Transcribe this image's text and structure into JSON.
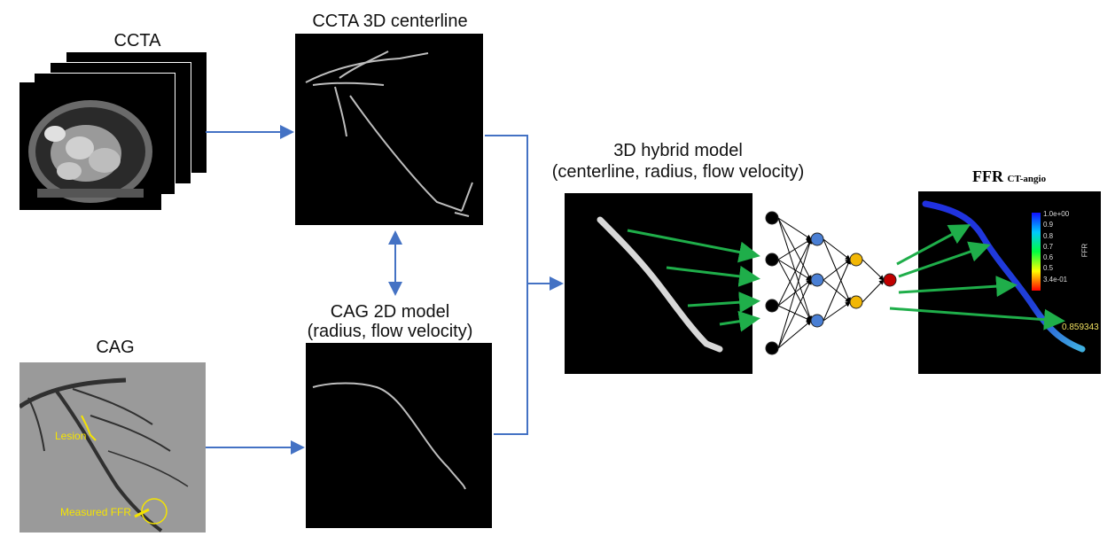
{
  "labels": {
    "ccta": "CCTA",
    "ccta_centerline": "CCTA 3D centerline",
    "cag": "CAG",
    "cag_model_l1": "CAG 2D model",
    "cag_model_l2": "(radius, flow velocity)",
    "hybrid_l1": "3D hybrid model",
    "hybrid_l2": "(centerline, radius, flow velocity)",
    "ffr_main": "FFR",
    "ffr_sub": "CT-angio"
  },
  "cag_annotations": {
    "lesion": "Lesion",
    "measured_ffr": "Measured FFR"
  },
  "colorbar": {
    "ticks": [
      "1.0e+00",
      "0.9",
      "0.8",
      "0.7",
      "0.6",
      "0.5",
      "3.4e-01"
    ],
    "axis_label": "FFR"
  },
  "ffr_value": "0.859343",
  "network": {
    "layers": [
      4,
      3,
      2,
      1
    ]
  },
  "colors": {
    "connector": "#4472c4",
    "feature_arrow": "#1fae4a",
    "node_input": "#000000",
    "node_hidden1": "#4a7fd4",
    "node_hidden2": "#f2b705",
    "node_output": "#c00000",
    "annotation": "#f5e400"
  }
}
